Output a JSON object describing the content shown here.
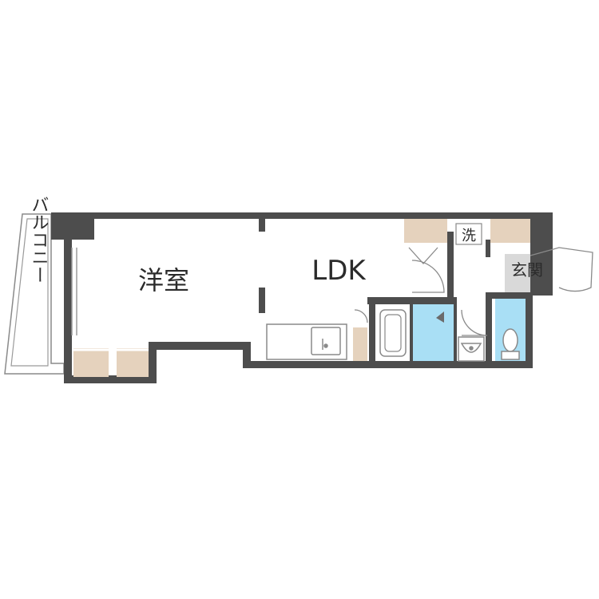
{
  "rooms": {
    "western_room": "洋室",
    "ldk": "LDK",
    "entrance": "玄関",
    "balcony": "バルコニー",
    "laundry": "洗"
  },
  "colors": {
    "wall": "#4d4d4d",
    "closet": "#e5d2bd",
    "bath": "#a9dff5",
    "entrance_floor": "#d9d9d9",
    "background": "#ffffff"
  }
}
